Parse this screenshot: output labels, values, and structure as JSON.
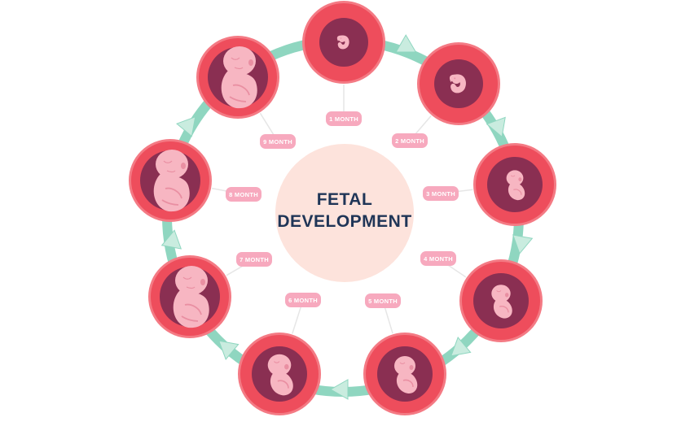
{
  "title": {
    "line1": "FETAL",
    "line2": "DEVELOPMENT"
  },
  "stages": [
    {
      "label": "1 MONTH",
      "month": 1,
      "fetus": "embryo-icon"
    },
    {
      "label": "2 MONTH",
      "month": 2,
      "fetus": "embryo-icon"
    },
    {
      "label": "3 MONTH",
      "month": 3,
      "fetus": "fetus-icon"
    },
    {
      "label": "4 MONTH",
      "month": 4,
      "fetus": "fetus-icon"
    },
    {
      "label": "5 MONTH",
      "month": 5,
      "fetus": "fetus-icon"
    },
    {
      "label": "6 MONTH",
      "month": 6,
      "fetus": "fetus-icon"
    },
    {
      "label": "7 MONTH",
      "month": 7,
      "fetus": "baby-icon"
    },
    {
      "label": "8 MONTH",
      "month": 8,
      "fetus": "baby-icon"
    },
    {
      "label": "9 MONTH",
      "month": 9,
      "fetus": "baby-icon"
    }
  ],
  "colors": {
    "ring": "#8fd6c0",
    "arrow": "#c9ecdf",
    "outer": "#ee4d5c",
    "outer_edge": "#f47a84",
    "inner": "#8a2f52",
    "fetus": "#f7b6c2",
    "fetus_shade": "#e98fa2",
    "label_bg": "#f7a9be",
    "label_text": "#ffffff",
    "connector": "#e6e6e6",
    "center_bg": "#fde3dc",
    "title_text": "#1f3557"
  }
}
